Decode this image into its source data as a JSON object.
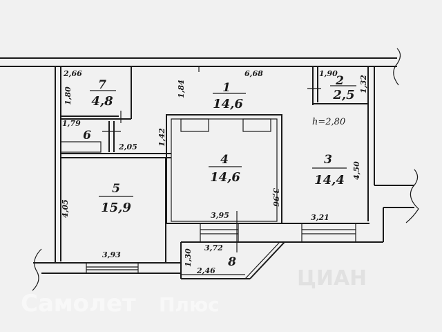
{
  "rooms": [
    {
      "number": "1",
      "area": "14,6"
    },
    {
      "number": "2",
      "area": "2,5"
    },
    {
      "number": "3",
      "area": "14,4"
    },
    {
      "number": "4",
      "area": "14,6"
    },
    {
      "number": "5",
      "area": "15,9"
    },
    {
      "number": "6"
    },
    {
      "number": "7",
      "area": "4,8"
    },
    {
      "number": "8"
    }
  ],
  "dimensions": {
    "d266": "2,66",
    "d180": "1,80",
    "d179": "1,79",
    "d184": "1,84",
    "d668": "6,68",
    "d190": "1,90",
    "d132": "1,32",
    "d142": "1,42",
    "d205": "2,05",
    "d396": "3,96",
    "d450": "4,50",
    "d405": "4,05",
    "d395": "3,95",
    "d321": "3,21",
    "d393": "3,93",
    "d372": "3,72",
    "d130": "1,30",
    "d246": "2,46"
  },
  "ceiling_height": "h=2,80",
  "watermarks": {
    "top": "Самолет",
    "top2": "Плюс",
    "bottom": "ЦИАН"
  }
}
